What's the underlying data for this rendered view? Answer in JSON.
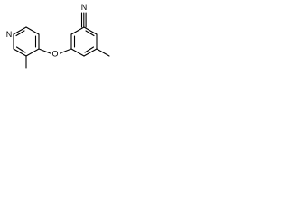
{
  "molecule": {
    "atoms": {
      "nitrile_n": "N",
      "ether_o": "O",
      "pyridine_n": "N"
    }
  }
}
